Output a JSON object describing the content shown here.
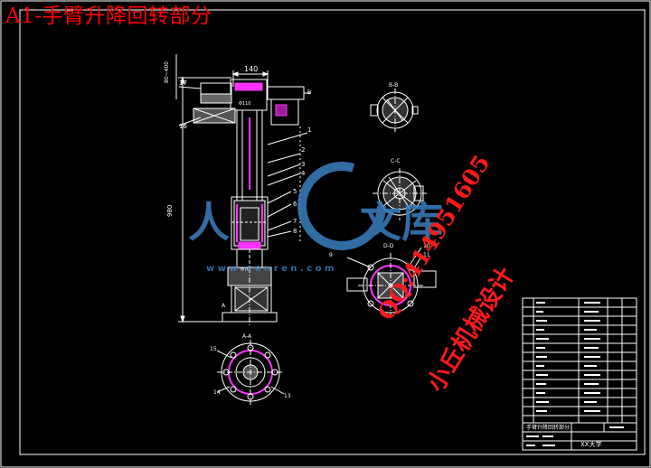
{
  "drawing": {
    "title": "A1-手臂升降回转部分",
    "colors": {
      "background": "#000000",
      "frame": "#ffffff",
      "geometry": "#ffffff",
      "dimension": "#ffffff",
      "highlight_magenta": "#ff33ff",
      "watermark_red": "#ff1a1a",
      "watermark_blue": "#3a7fc0"
    },
    "dimensions": {
      "top_width": "140",
      "height": "980",
      "side_small": "80~400"
    },
    "part_numbers": {
      "main": [
        "1",
        "2",
        "3",
        "4",
        "5",
        "6",
        "7",
        "8"
      ],
      "top_left": "17",
      "left": "16",
      "base_view": [
        "13",
        "14",
        "15"
      ],
      "view_cd": [
        "9",
        "10",
        "11"
      ]
    },
    "view_labels": {
      "section_aa": "A-A",
      "section_bb": "B-B",
      "section_cc": "C-C",
      "section_dd": "D-D",
      "arrow_a": "A",
      "arrow_b": "B"
    },
    "small_notes": {
      "fit_1": "Φ110",
      "fit_2": "Φ70"
    }
  },
  "title_block": {
    "drawing_name": "手臂升降回转部分",
    "school": "XX大学"
  },
  "watermarks": {
    "logo_letters_left": "人",
    "logo_letters_right": "文库",
    "logo_url": "w w w . r e n r e n . c o m",
    "qq": "QQ:414951605",
    "designer": "小丘机械设计"
  }
}
